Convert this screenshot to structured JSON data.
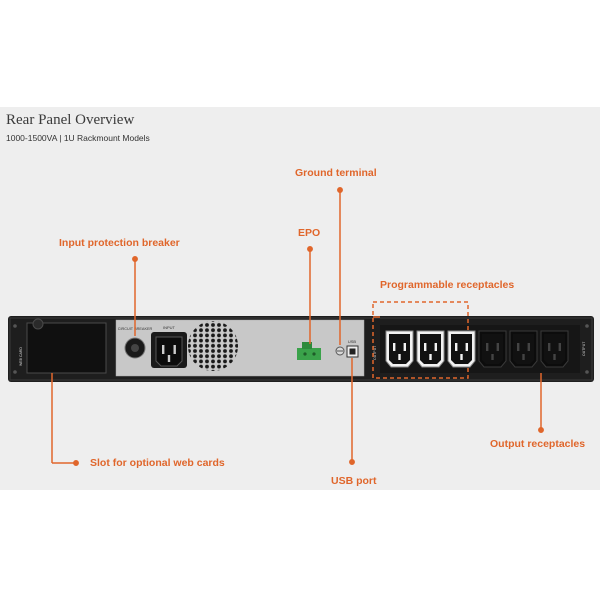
{
  "header": {
    "title": "Rear Panel Overview",
    "subtitle": "1000-1500VA | 1U Rackmount Models"
  },
  "callouts": {
    "ground_terminal": "Ground terminal",
    "epo": "EPO",
    "input_protection_breaker": "Input protection breaker",
    "programmable_receptacles": "Programmable receptacles",
    "slot_web_cards": "Slot for optional web cards",
    "output_receptacles": "Output receptacles",
    "usb_port": "USB port"
  },
  "panel_labels": {
    "circuit_breaker": "CIRCUIT BREAKER",
    "input": "INPUT",
    "usb": "USB"
  },
  "colors": {
    "accent": "#e0662b",
    "chassis": "#1e1e1e",
    "plate": "#c8c8c8",
    "epo_connector": "#3aa24a"
  }
}
